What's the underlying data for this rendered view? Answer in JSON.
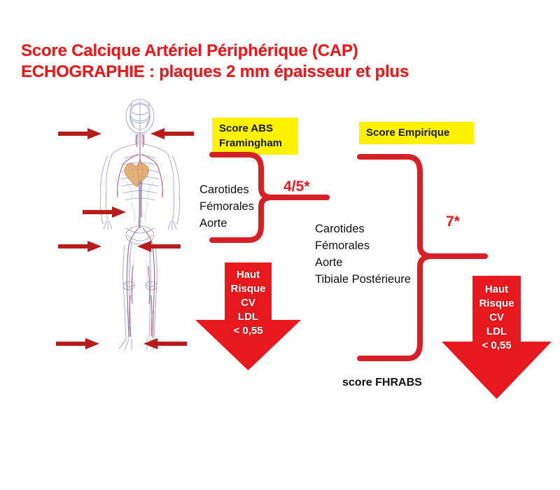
{
  "title": {
    "line1": "Score Calcique Artériel Périphérique (CAP)",
    "line2": "ECHOGRAPHIE : plaques 2 mm épaisseur et plus"
  },
  "colors": {
    "red": "#E8191E",
    "yellow": "#FFF200",
    "text": "#111111",
    "white": "#FFFFFF"
  },
  "anatomy": {
    "caption": "vascular-system-figure",
    "pointer_arrows": [
      {
        "name": "carotid-left",
        "direction": "right"
      },
      {
        "name": "carotid-right",
        "direction": "left"
      },
      {
        "name": "aorta",
        "direction": "right"
      },
      {
        "name": "femoral-left",
        "direction": "right"
      },
      {
        "name": "femoral-right",
        "direction": "left"
      },
      {
        "name": "tibial-left",
        "direction": "right"
      },
      {
        "name": "tibial-right",
        "direction": "left"
      }
    ]
  },
  "score_abs": {
    "box_label_line1": "Score ABS",
    "box_label_line2": "Framingham",
    "vessels": [
      "Carotides",
      "Fémorales",
      "Aorte"
    ],
    "score_value": "4/5*",
    "risk_arrow": [
      "Haut",
      "Risque",
      "CV",
      "LDL",
      "< 0,55"
    ]
  },
  "score_empirique": {
    "box_label": "Score Empirique",
    "vessels": [
      "Carotides",
      "Fémorales",
      "Aorte",
      "Tibiale Postérieure"
    ],
    "score_value": "7*",
    "risk_arrow": [
      "Haut",
      "Risque",
      "CV",
      "LDL",
      "< 0,55"
    ]
  },
  "caption": {
    "fhrabs": "score  FHRABS"
  }
}
